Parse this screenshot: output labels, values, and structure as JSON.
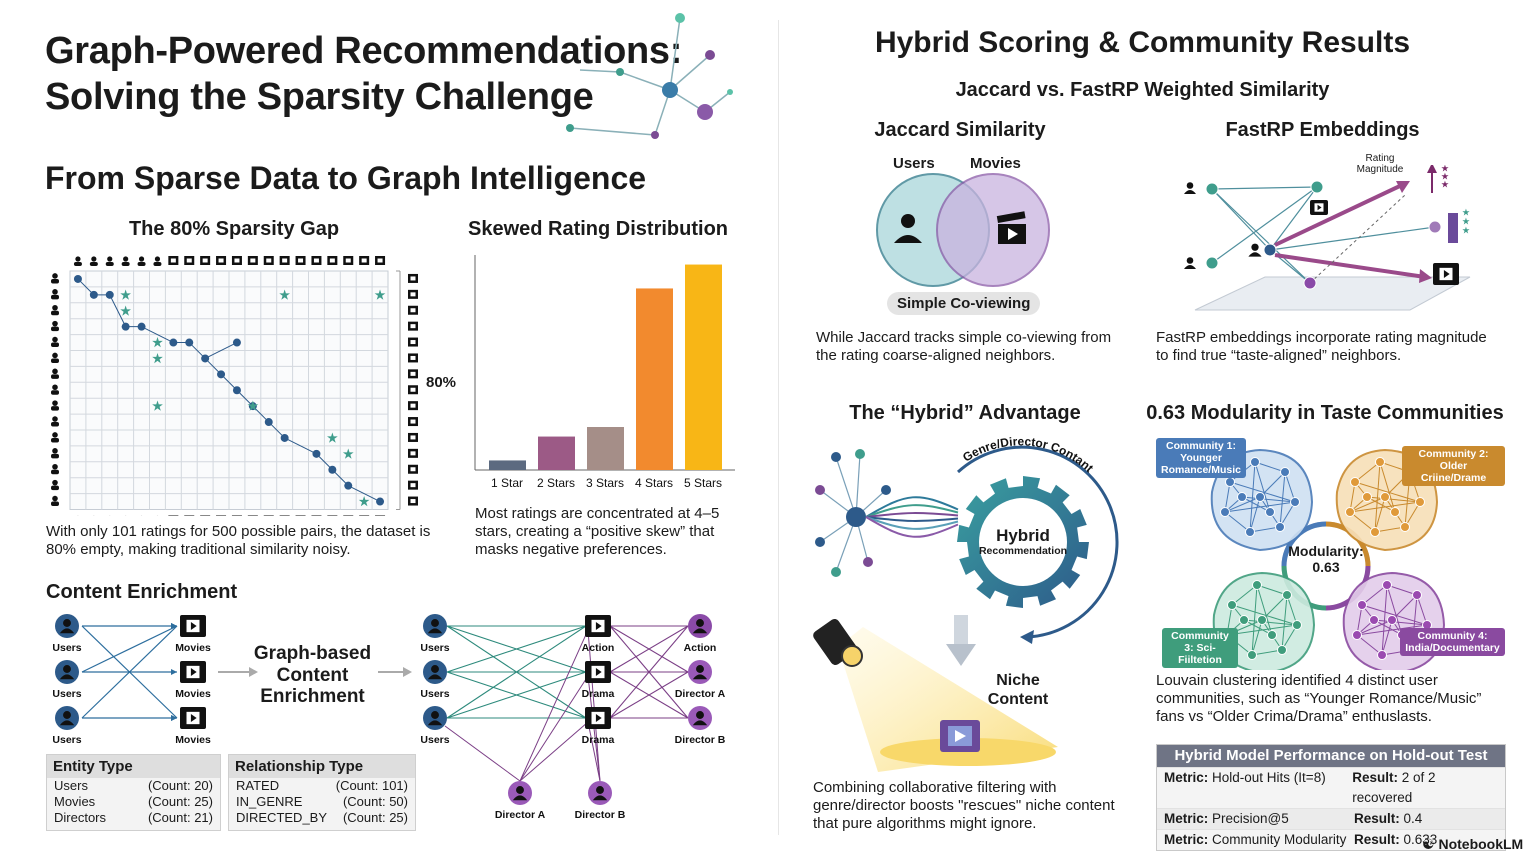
{
  "header": {
    "title_line1": "Graph-Powered Recommendations:",
    "title_line2": "Solving the Sparsity Challenge"
  },
  "left": {
    "section_title": "From Sparse Data to Graph Intelligence",
    "sparsity": {
      "title": "The 80% Sparsity Gap",
      "percent_label": "80%",
      "caption": "With only 101 ratings for 500 possible pairs, the dataset is 80% empty, making traditional similarity noisy."
    },
    "ratings": {
      "title": "Skewed Rating Distribution",
      "caption": "Most ratings are concentrated at 4–5 stars, creating a “positive skew” that masks negative preferences."
    },
    "enrichment": {
      "title": "Content Enrichment",
      "center_label": "Graph-based Content Enrichment",
      "left_users": [
        "Users",
        "Users",
        "Users"
      ],
      "left_movies": [
        "Movies",
        "Movies",
        "Movies"
      ],
      "right_users": [
        "Users",
        "Users",
        "Users"
      ],
      "right_mid": [
        "Action",
        "Drama",
        "Drama"
      ],
      "right_far": [
        "Action",
        "Director A",
        "Director B"
      ],
      "bottom_directors": [
        "Director A",
        "Director B"
      ]
    },
    "entity_table": {
      "header": "Entity Type",
      "rows": [
        {
          "name": "Users",
          "count": "(Count: 20)"
        },
        {
          "name": "Movies",
          "count": "(Count: 25)"
        },
        {
          "name": "Directors",
          "count": "(Count: 21)"
        }
      ]
    },
    "relationship_table": {
      "header": "Relationship Type",
      "rows": [
        {
          "name": "RATED",
          "count": "(Count: 101)"
        },
        {
          "name": "IN_GENRE",
          "count": "(Count: 50)"
        },
        {
          "name": "DIRECTED_BY",
          "count": "(Count: 25)"
        }
      ]
    }
  },
  "chart_data": {
    "type": "bar",
    "title": "Skewed Rating Distribution",
    "categories": [
      "1 Star",
      "2 Stars",
      "3 Stars",
      "4 Stars",
      "5 Stars"
    ],
    "values": [
      2,
      7,
      9,
      38,
      43
    ],
    "colors": [
      "#5c6a80",
      "#9c5a86",
      "#a58e88",
      "#f28a2e",
      "#f8b616"
    ]
  },
  "right": {
    "section_title": "Hybrid Scoring & Community Results",
    "subtitle": "Jaccard vs. FastRP Weighted Similarity",
    "jaccard": {
      "title": "Jaccard Similarity",
      "users_label": "Users",
      "movies_label": "Movies",
      "pill": "Simple Co-viewing",
      "caption": "While Jaccard tracks simple co-viewing from the rating coarse-aligned neighbors."
    },
    "fastrp": {
      "title": "FastRP Embeddings",
      "magnitude_label": "Rating Magnitude",
      "caption": "FastRP embeddings incorporate rating magnitude to find true “taste-aligned” neighbors."
    },
    "hybrid": {
      "title": "The “Hybrid” Advantage",
      "arc_label": "Genre/Director Contant",
      "gear_title": "Hybrid",
      "gear_sub": "Recommendation",
      "niche_label": "Niche Content",
      "caption": "Combining collaborative filtering with genre/director boosts \"rescues\" niche content that pure algorithms might ignore."
    },
    "modularity": {
      "title": "0.63 Modularity in Taste Communities",
      "center_label": "Modularity:",
      "center_value": "0.63",
      "community1": "Community 1: Younger Romance/Music",
      "community2": "Community 2: Older Criine/Drame",
      "community3": "Community 3: Sci-Fiiltetion",
      "community4": "Community 4: India/Documentary",
      "caption": "Louvain clustering identified 4 distinct user communities, such as “Younger Romance/Music” fans vs “Older Crima/Drama” enthuslasts."
    },
    "performance": {
      "header": "Hybrid Model Performance on Hold-out Test",
      "rows": [
        {
          "metric_key": "Metric:",
          "metric": "Hold-out Hits (It=8)",
          "result_key": "Result:",
          "result": "2 of 2 recovered"
        },
        {
          "metric_key": "Metric:",
          "metric": "Precision@5",
          "result_key": "Result:",
          "result": "0.4"
        },
        {
          "metric_key": "Metric:",
          "metric": "Community Modularity",
          "result_key": "Result:",
          "result": "0.633"
        }
      ]
    }
  },
  "footer": {
    "brand": "NotebookLM"
  },
  "colors": {
    "teal": "#3f9d8c",
    "purple": "#7b4b94",
    "navy": "#2d5a8a",
    "orange": "#f28a2e",
    "gold": "#f8b616"
  }
}
